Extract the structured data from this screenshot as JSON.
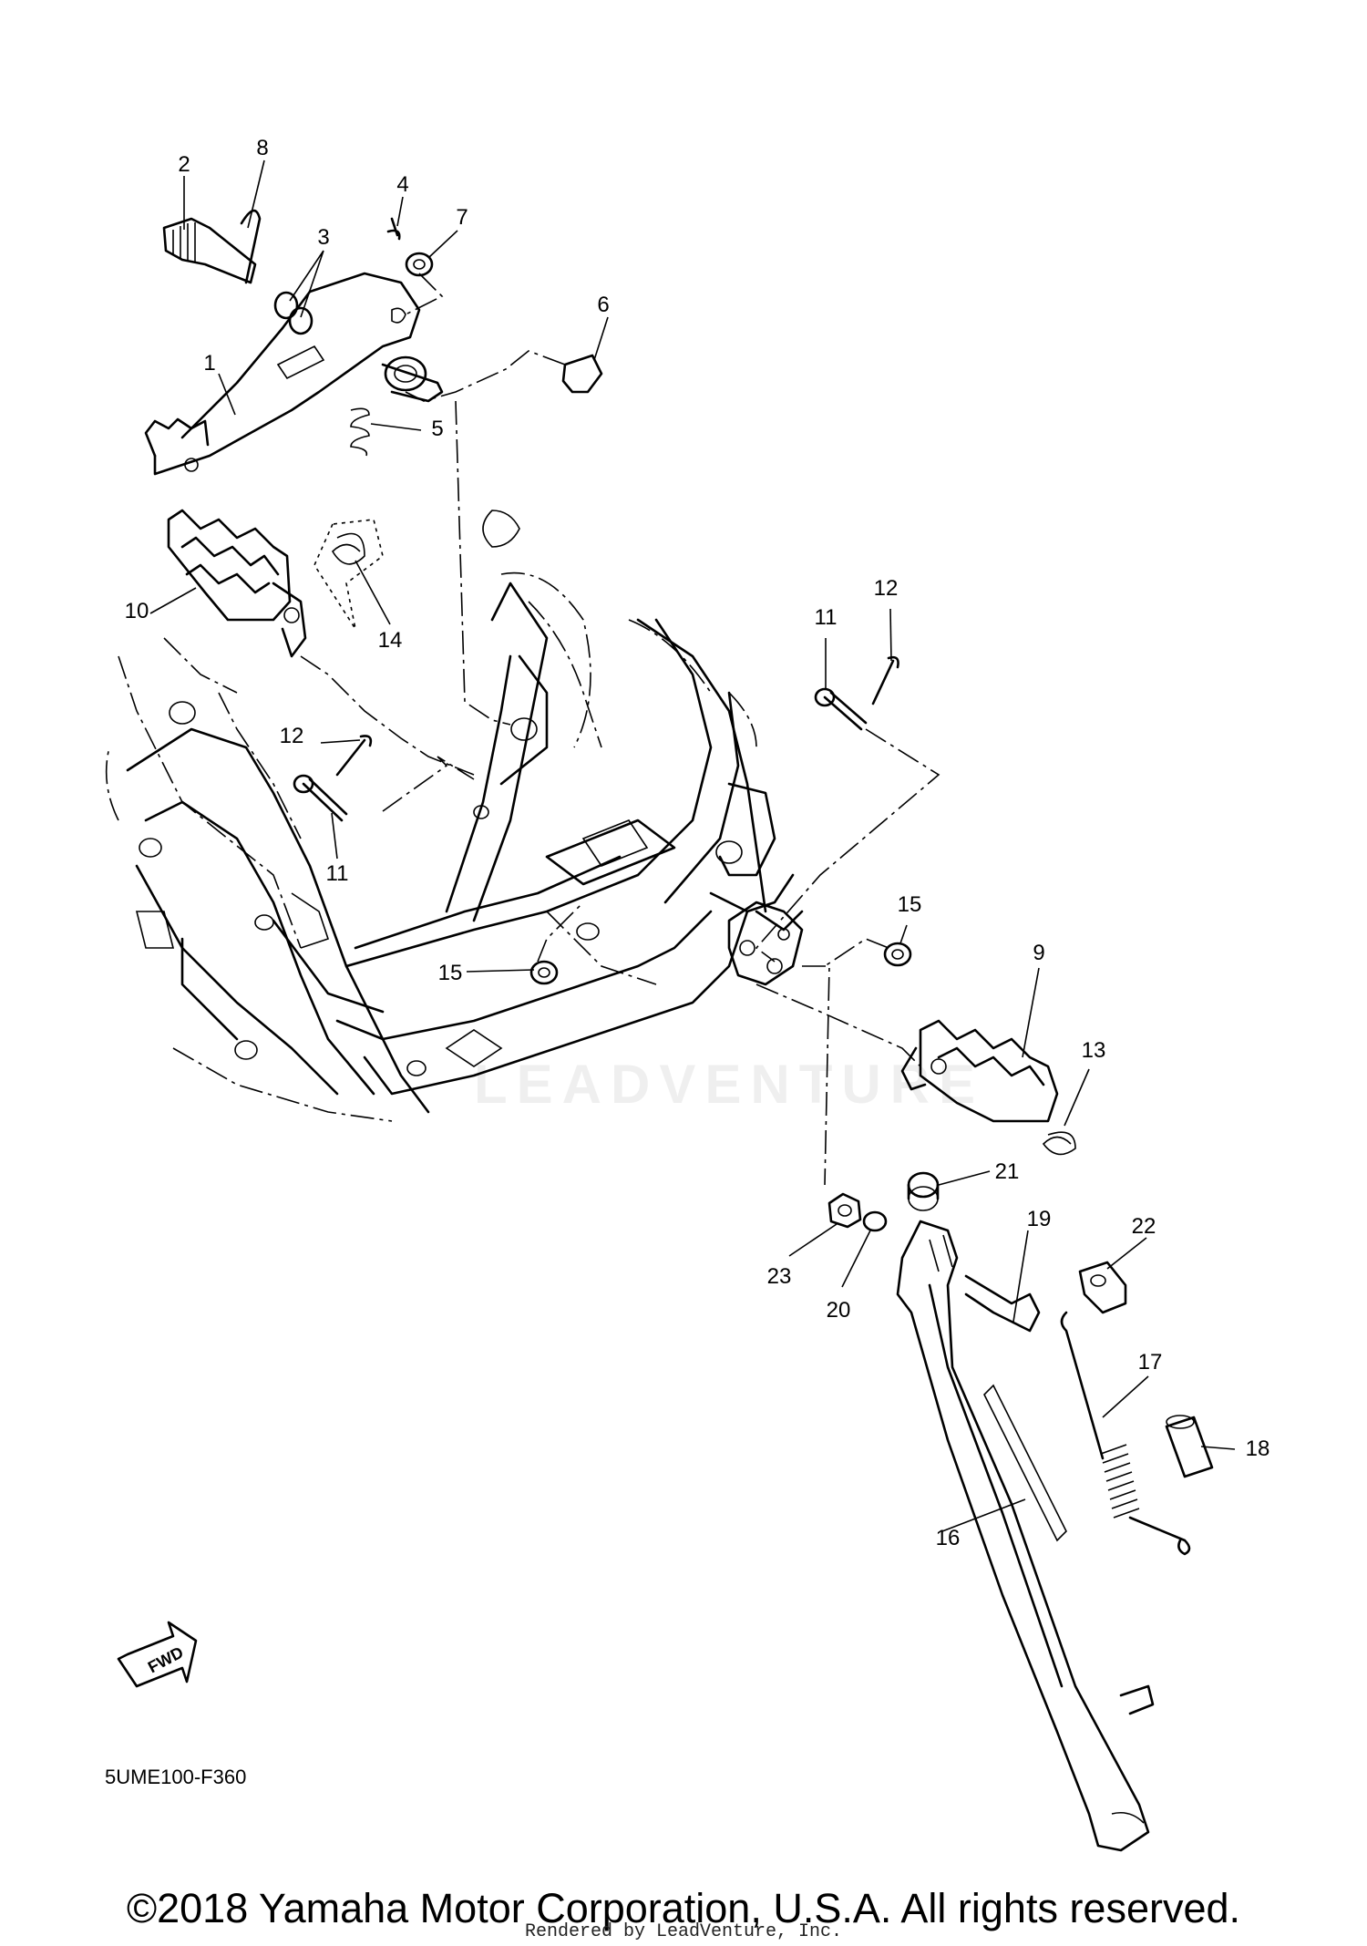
{
  "diagram": {
    "callouts": {
      "c1": "1",
      "c2": "2",
      "c3": "3",
      "c4": "4",
      "c5": "5",
      "c6": "6",
      "c7": "7",
      "c8": "8",
      "c9": "9",
      "c10": "10",
      "c11a": "11",
      "c11b": "11",
      "c12a": "12",
      "c12b": "12",
      "c13": "13",
      "c14": "14",
      "c15a": "15",
      "c15b": "15",
      "c16": "16",
      "c17": "17",
      "c18": "18",
      "c19": "19",
      "c20": "20",
      "c21": "21",
      "c22": "22",
      "c23": "23"
    },
    "part_code": "5UME100-F360",
    "fwd_label": "FWD",
    "watermark": "LEADVENTURE"
  },
  "footer": {
    "copyright": "©2018 Yamaha Motor Corporation, U.S.A. All rights reserved.",
    "rendered_by": "Rendered by LeadVenture, Inc."
  }
}
